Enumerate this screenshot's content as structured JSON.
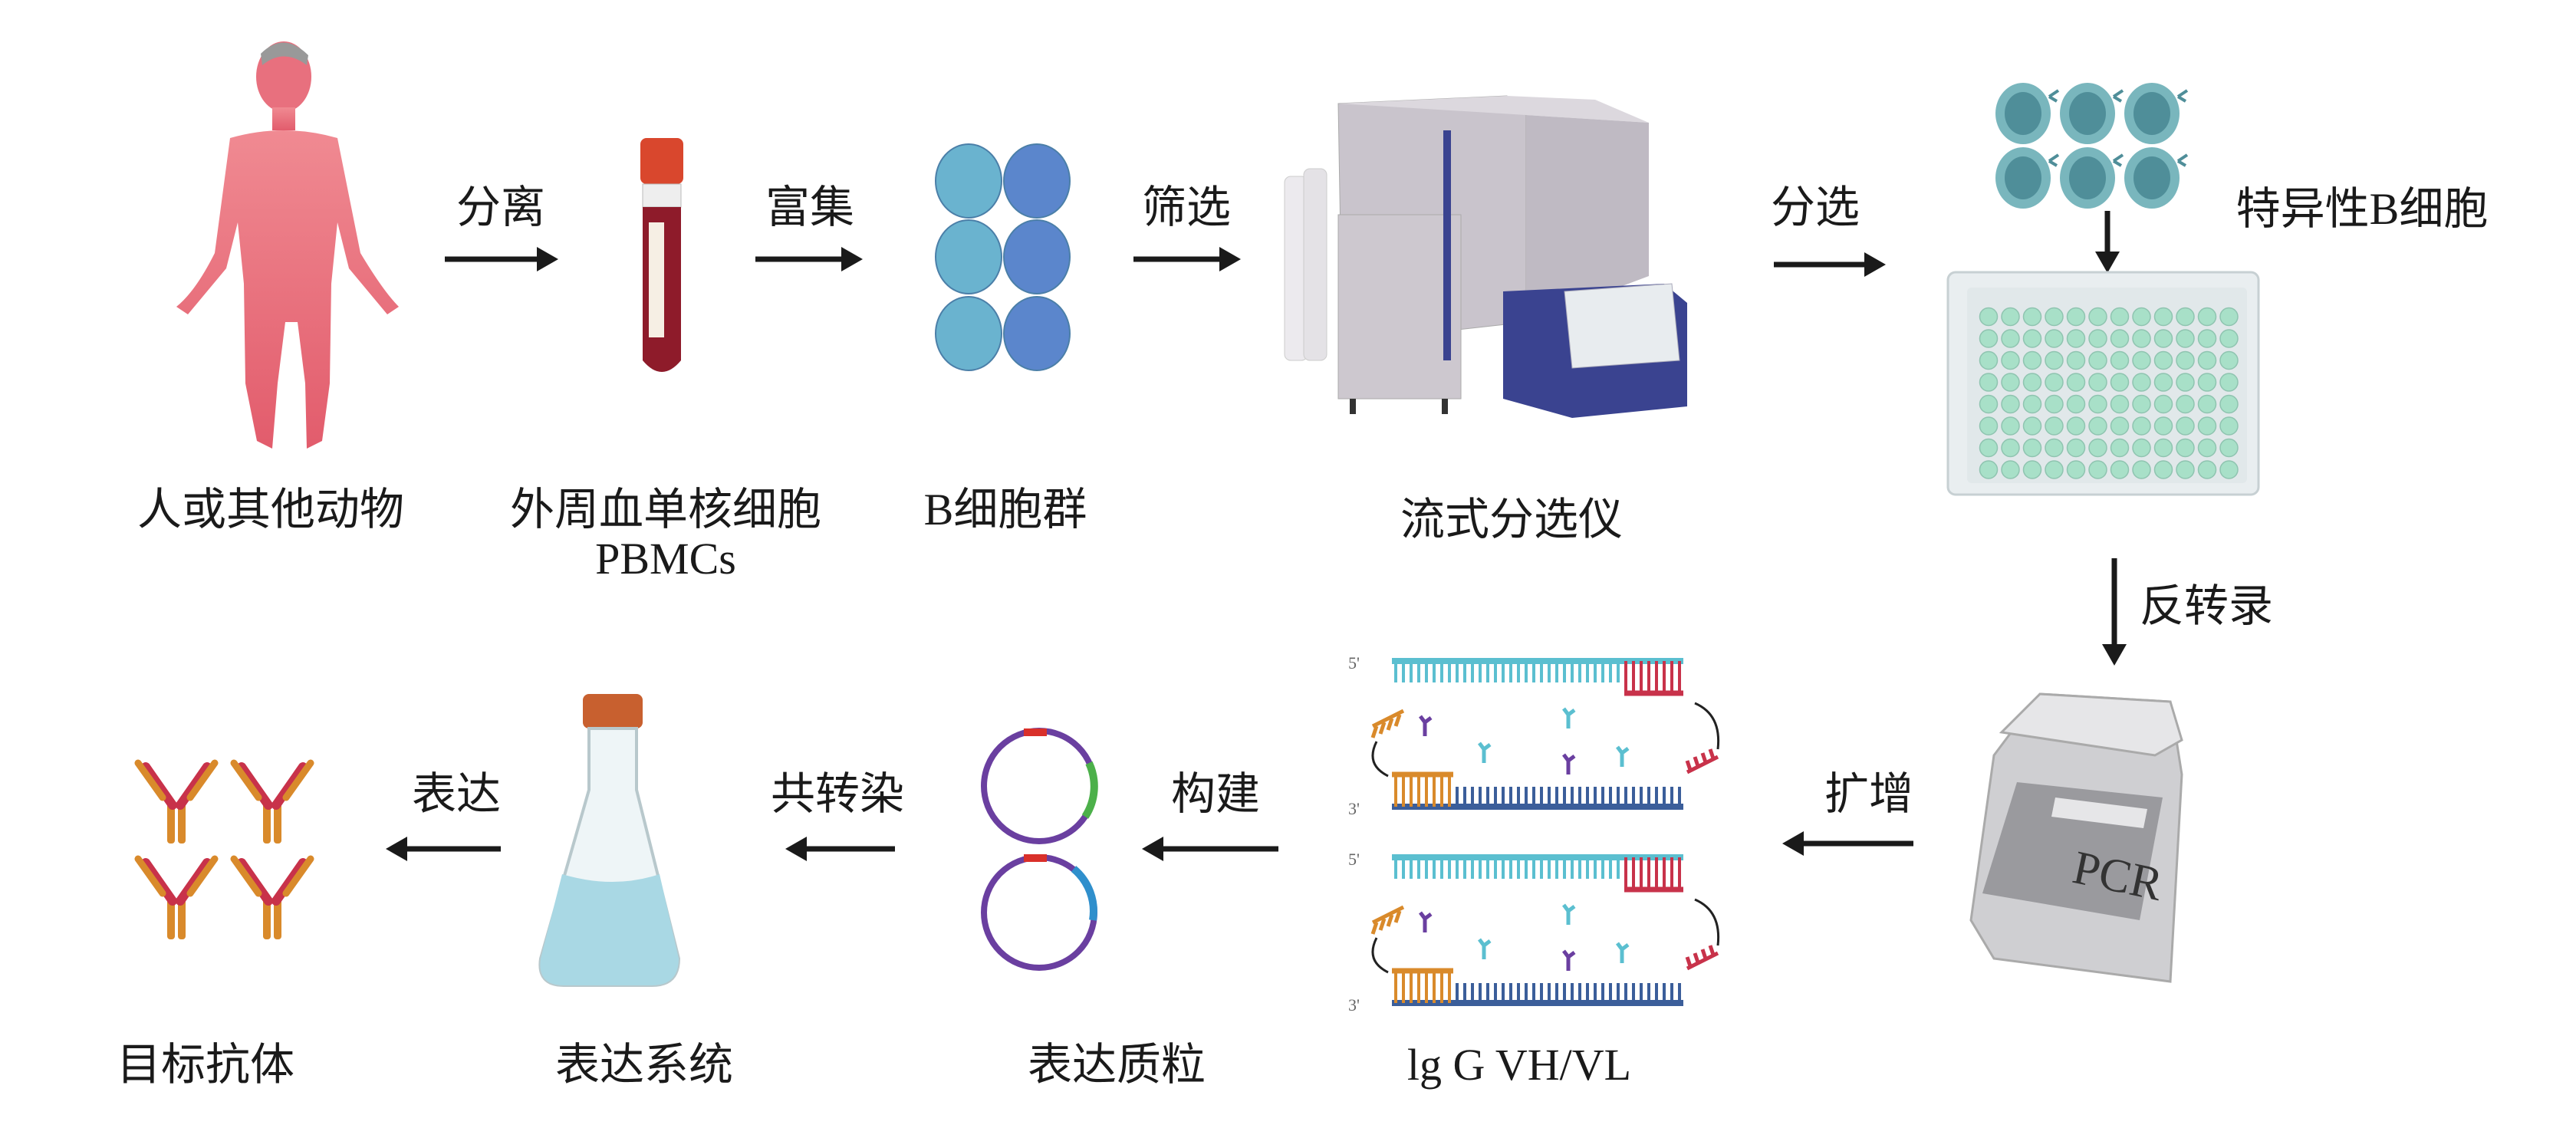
{
  "labels": {
    "human": "人或其他动物",
    "tube": "外周血单核细胞",
    "tube_sub": "PBMCs",
    "bcells": "B细胞群",
    "sorter": "流式分选仪",
    "specific": "特异性B细胞",
    "dna": "lg G VH/VL",
    "plasmid": "表达质粒",
    "flask": "表达系统",
    "antibody": "目标抗体",
    "pcr": "PCR"
  },
  "steps": {
    "separate": "分离",
    "enrich": "富集",
    "screen": "筛选",
    "sort": "分选",
    "reverse_transcription": "反转录",
    "amplify": "扩增",
    "construct": "构建",
    "cotransfect": "共转染",
    "express": "表达"
  },
  "dna_ends": {
    "five": "5'",
    "three": "3'"
  },
  "colors": {
    "human": "#e8707e",
    "blood": "#8e1b2a",
    "cap": "#d9472d",
    "cell_light": "#6ab3cf",
    "cell_dark": "#5b86cc",
    "sorter_gray": "#c9c4cc",
    "sorter_blue": "#3a4390",
    "well": "#a8e0c8",
    "dna_top": "#5bbfd0",
    "dna_bottom": "#3b5e9a",
    "primer_red": "#c8324a",
    "primer_orange": "#d98a2b",
    "antibody_orange": "#d98a2b",
    "antibody_red": "#c8324a",
    "flask_liquid": "#a9d8e4"
  }
}
